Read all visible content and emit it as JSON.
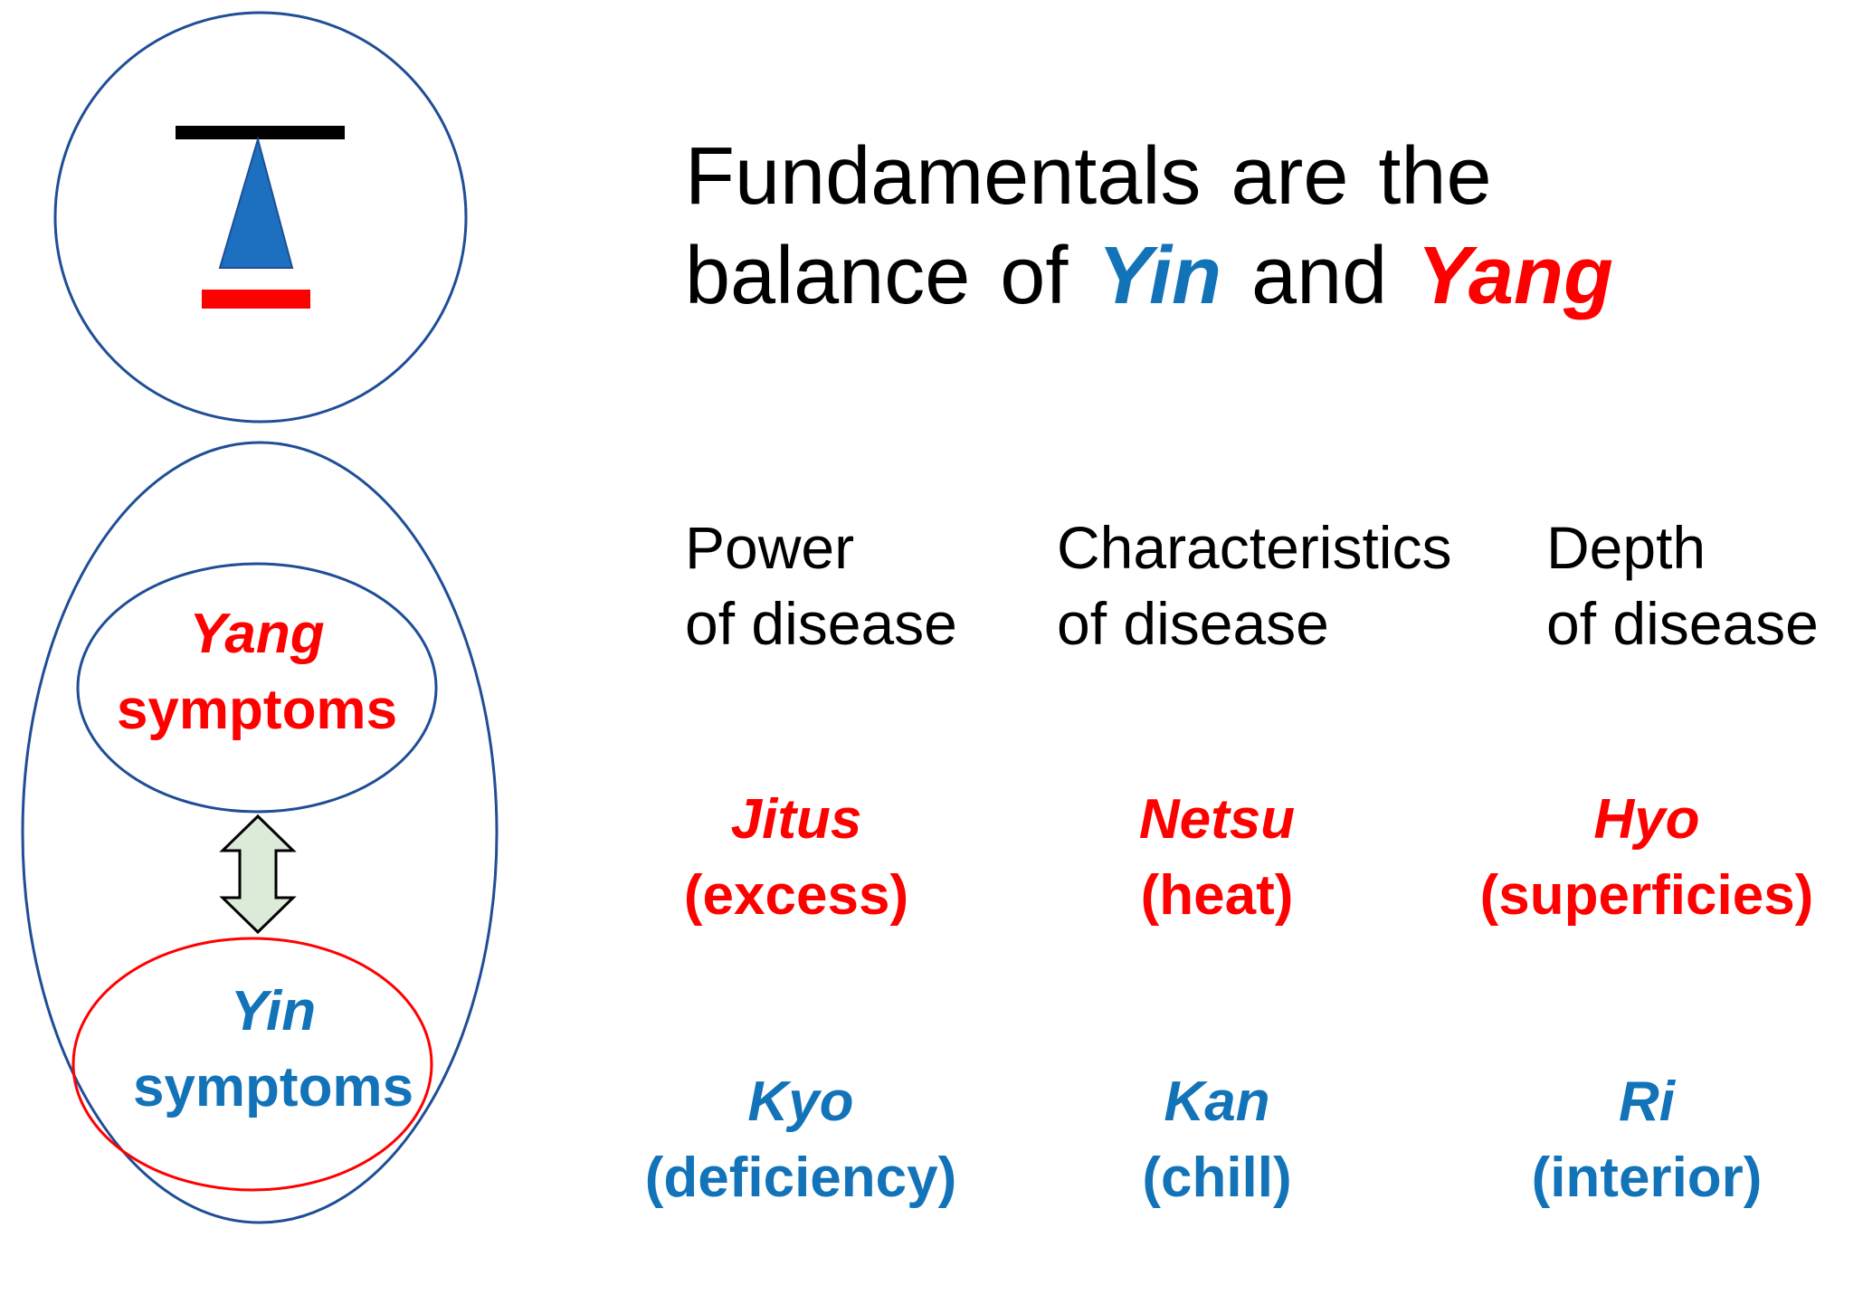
{
  "colors": {
    "yin": "#1273B9",
    "yang": "#FF0000",
    "outline_blue": "#1F4E96",
    "outline_red": "#FF0000",
    "beam": "#000000",
    "arrow_fill": "#DCEBD8",
    "arrow_stroke": "#000000",
    "text": "#000000"
  },
  "icons": {
    "balance": "balance-scale-icon",
    "arrow": "double-arrow-icon"
  },
  "title": {
    "line1": "Fundamentals are the",
    "line2_prefix": "balance of",
    "yin": "Yin",
    "and": "and",
    "yang": "Yang"
  },
  "ovals": {
    "yang": {
      "name": "Yang",
      "word": "symptoms"
    },
    "yin": {
      "name": "Yin",
      "word": "symptoms"
    }
  },
  "categories": [
    {
      "line1": "Power",
      "line2": "of disease",
      "yang_term": {
        "name": "Jitus",
        "meaning": "(excess)"
      },
      "yin_term": {
        "name": "Kyo",
        "meaning": "(deficiency)"
      }
    },
    {
      "line1": "Characteristics",
      "line2": "of disease",
      "yang_term": {
        "name": "Netsu",
        "meaning": "(heat)"
      },
      "yin_term": {
        "name": "Kan",
        "meaning": "(chill)"
      }
    },
    {
      "line1": "Depth",
      "line2": "of disease",
      "yang_term": {
        "name": "Hyo",
        "meaning": "(superficies)"
      },
      "yin_term": {
        "name": "Ri",
        "meaning": "(interior)"
      }
    }
  ]
}
